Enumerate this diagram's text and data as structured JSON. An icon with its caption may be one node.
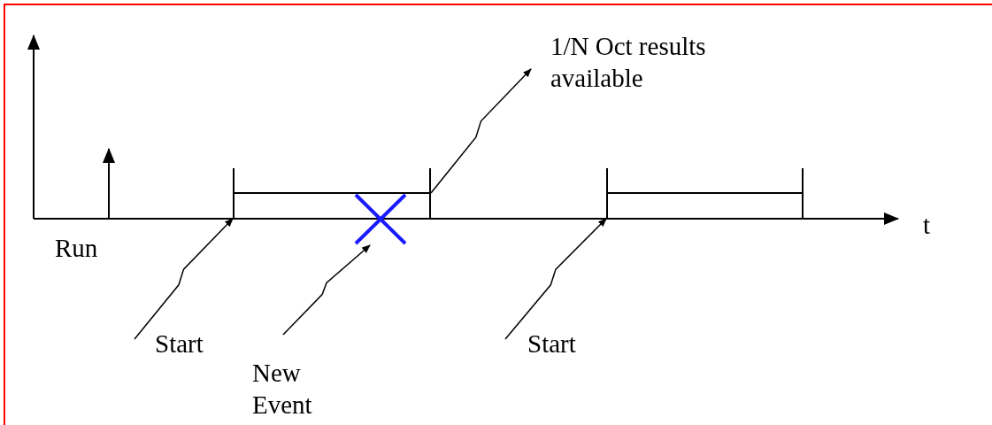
{
  "diagram": {
    "nodes": [
      {
        "text": [],
        "shape": "bar"
      },
      {
        "text": [],
        "shape": "bar"
      },
      {
        "text": [],
        "shape": "cross"
      },
      {
        "text": [
          "Start"
        ]
      },
      {
        "text": [
          "New Event"
        ]
      },
      {
        "text": [
          "Start"
        ]
      },
      {
        "text": [
          "1/N Oct results available"
        ]
      }
    ],
    "edges": [
      {
        "from": 3,
        "to": 0,
        "arrow": "to"
      },
      {
        "from": 4,
        "to": 2,
        "arrow": "to"
      },
      {
        "from": 5,
        "to": 1,
        "arrow": "to"
      },
      {
        "from": 0,
        "to": 6,
        "arrow": "to"
      }
    ],
    "labels": [
      "Run",
      "t"
    ]
  }
}
